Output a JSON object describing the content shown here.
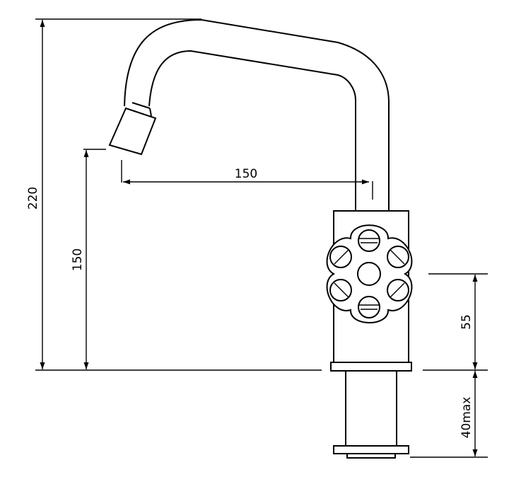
{
  "dimensions": {
    "total_height": "220",
    "spout_height": "150",
    "spout_reach": "150",
    "handle_height": "55",
    "max_thickness": "40max"
  }
}
